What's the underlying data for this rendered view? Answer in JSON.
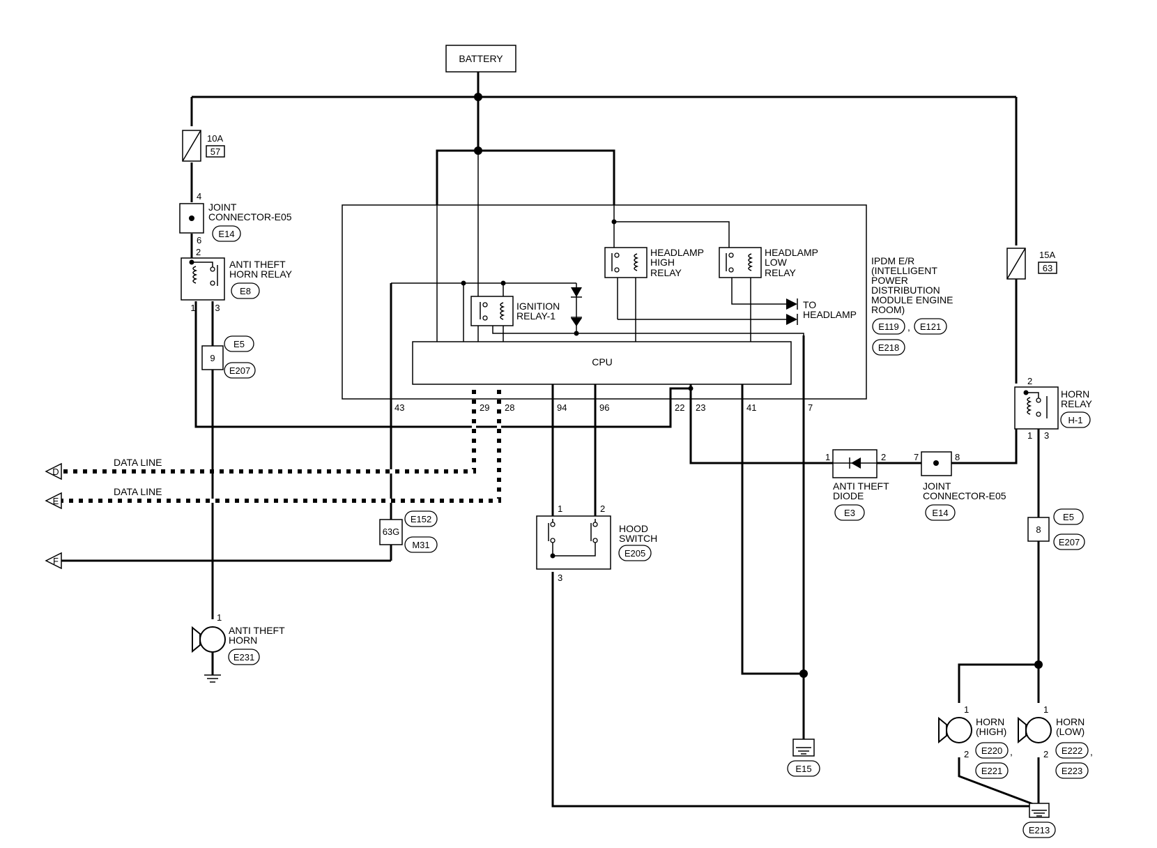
{
  "battery": {
    "label": "BATTERY"
  },
  "fuses": [
    {
      "amps": "10A",
      "number": "57"
    },
    {
      "amps": "15A",
      "number": "63"
    }
  ],
  "joint_connector": {
    "line1": "JOINT",
    "line2": "CONNECTOR-E05",
    "code": "E14"
  },
  "joint_connector_right": {
    "line1": "JOINT",
    "line2": "CONNECTOR-E05",
    "code": "E14"
  },
  "anti_theft_horn_relay": {
    "line1": "ANTI THEFT",
    "line2": "HORN RELAY",
    "code": "E8"
  },
  "ipdm": {
    "lines": [
      "IPDM E/R",
      "(INTELLIGENT",
      "POWER",
      "DISTRIBUTION",
      "MODULE ENGINE",
      "ROOM)"
    ],
    "codes": [
      "E119",
      "E121",
      "E218"
    ],
    "sep": ","
  },
  "ignition_relay": {
    "line1": "IGNITION",
    "line2": "RELAY-1"
  },
  "headlamp_high_relay": {
    "line1": "HEADLAMP",
    "line2": "HIGH",
    "line3": "RELAY"
  },
  "headlamp_low_relay": {
    "line1": "HEADLAMP",
    "line2": "LOW",
    "line3": "RELAY"
  },
  "to_headlamp": {
    "line1": "TO",
    "line2": "HEADLAMP"
  },
  "cpu": {
    "label": "CPU"
  },
  "horn_relay": {
    "line1": "HORN",
    "line2": "RELAY",
    "code": "H-1"
  },
  "anti_theft_diode": {
    "line1": "ANTI THEFT",
    "line2": "DIODE",
    "code": "E3"
  },
  "hood_switch": {
    "line1": "HOOD",
    "line2": "SWITCH",
    "code": "E205"
  },
  "anti_theft_horn": {
    "line1": "ANTI THEFT",
    "line2": "HORN",
    "code": "E231"
  },
  "horn_high": {
    "line1": "HORN",
    "line2": "(HIGH)",
    "code1": "E220",
    "code2": "E221",
    "sep": ","
  },
  "horn_low": {
    "line1": "HORN",
    "line2": "(LOW)",
    "code1": "E222",
    "code2": "E223",
    "sep": ","
  },
  "grounds": [
    {
      "code": "E15"
    },
    {
      "code": "E213"
    }
  ],
  "data_lines": [
    {
      "label": "DATA LINE",
      "port": "D"
    },
    {
      "label": "DATA LINE",
      "port": "E"
    }
  ],
  "port_f": {
    "port": "F"
  },
  "inline_connectors": [
    {
      "pin": "9",
      "code1": "E5",
      "code2": "E207"
    },
    {
      "pin": "63G",
      "code1": "E152",
      "code2": "M31"
    },
    {
      "pin": "8",
      "code1": "E5",
      "code2": "E207"
    }
  ],
  "pins": {
    "jc_top": "4",
    "jc_bottom": "6",
    "athr_top": "2",
    "athr_left": "1",
    "athr_right": "3",
    "cpu_43": "43",
    "cpu_29": "29",
    "cpu_28": "28",
    "cpu_94": "94",
    "cpu_96": "96",
    "cpu_22": "22",
    "cpu_23": "23",
    "cpu_41": "41",
    "cpu_7": "7",
    "hr_top": "2",
    "hr_left": "1",
    "hr_right": "3",
    "diode_left": "1",
    "diode_right": "2",
    "jc2_left": "7",
    "jc2_right": "8",
    "hood_1": "1",
    "hood_2": "2",
    "hood_3": "3",
    "ath_1": "1",
    "hh_1": "1",
    "hh_2": "2",
    "hl_1": "1",
    "hl_2": "2"
  },
  "colors": {
    "wire": "#000000",
    "background": "#ffffff"
  }
}
